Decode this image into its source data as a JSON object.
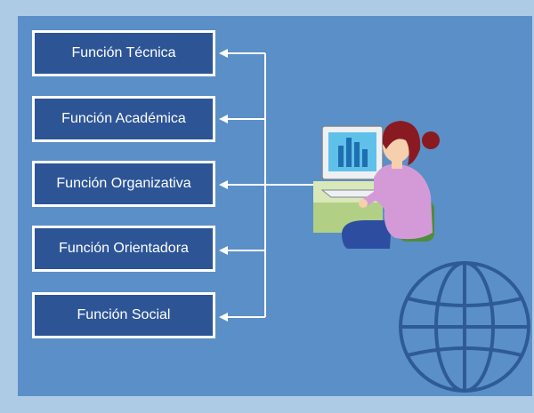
{
  "functions": [
    {
      "label": "Función Técnica"
    },
    {
      "label": "Función Académica"
    },
    {
      "label": "Función Organizativa"
    },
    {
      "label": "Función Orientadora"
    },
    {
      "label": "Función Social"
    }
  ],
  "icons": [
    "person-at-computer-icon",
    "globe-icon"
  ],
  "colors": {
    "background": "#aecbe6",
    "panel": "#5b8fc8",
    "box_fill": "#2d5596",
    "box_border": "#ffffff",
    "connector": "#ffffff",
    "globe": "#2f5b94"
  }
}
